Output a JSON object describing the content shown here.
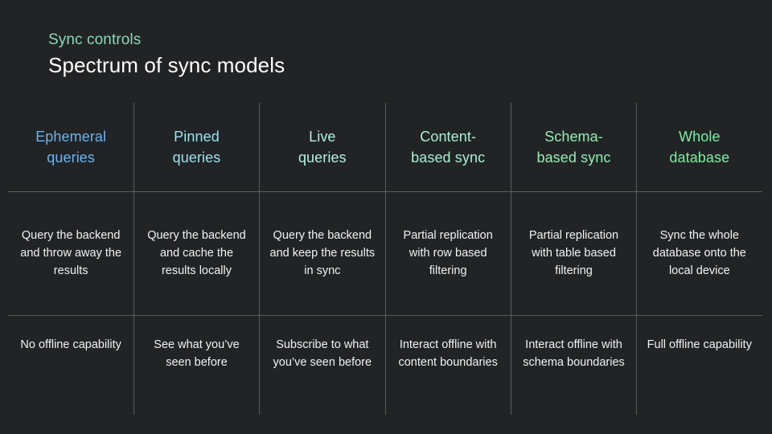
{
  "slide": {
    "background_color": "#212325",
    "eyebrow": "Sync controls",
    "eyebrow_color": "#8fd9b5",
    "headline": "Spectrum of sync models",
    "headline_color": "#ffffff"
  },
  "table": {
    "grid_line_color": "#5e6a66",
    "columns": [
      {
        "header": "Ephemeral\nqueries",
        "header_line1": "Ephemeral",
        "header_line2": "queries",
        "header_color": "#6cb4f0",
        "description": "Query the backend and throw away the results",
        "offline": "No offline capability"
      },
      {
        "header": "Pinned\nqueries",
        "header_line1": "Pinned",
        "header_line2": "queries",
        "header_color": "#9ce4ef",
        "description": "Query the backend and cache the results locally",
        "offline": "See what you’ve seen before"
      },
      {
        "header": "Live\nqueries",
        "header_line1": "Live",
        "header_line2": "queries",
        "header_color": "#b2f1e3",
        "description": "Query the backend and keep the results in sync",
        "offline": "Subscribe to what you’ve seen before"
      },
      {
        "header": "Content-\nbased sync",
        "header_line1": "Content-",
        "header_line2": "based sync",
        "header_color": "#aaf0d0",
        "description": "Partial replication with row based filtering",
        "offline": "Interact offline with content boundaries"
      },
      {
        "header": "Schema-\nbased sync",
        "header_line1": "Schema-",
        "header_line2": "based sync",
        "header_color": "#93efb2",
        "description": "Partial replication with table based filtering",
        "offline": "Interact offline with schema boundaries"
      },
      {
        "header": "Whole\ndatabase",
        "header_line1": "Whole",
        "header_line2": "database",
        "header_color": "#7eefa2",
        "description": "Sync the whole database onto the local device",
        "offline": "Full offline capability"
      }
    ]
  }
}
